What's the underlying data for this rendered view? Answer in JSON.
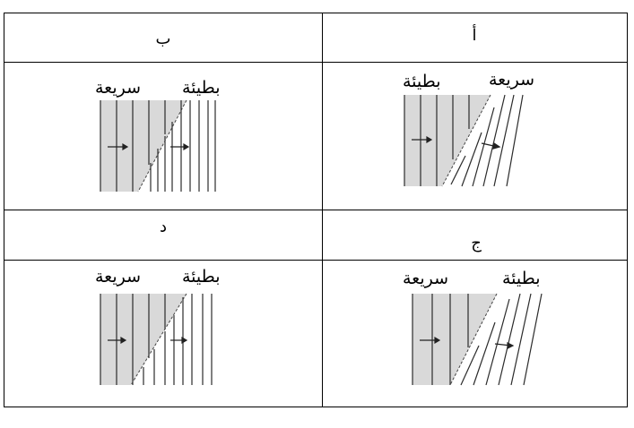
{
  "table": {
    "headers": {
      "top_right": "أ",
      "top_left": "ب",
      "bottom_right": "ج",
      "bottom_left": "د"
    }
  },
  "panels": {
    "a": {
      "label_fast": "سريعة",
      "label_slow": "بطيئة"
    },
    "b": {
      "label_fast": "سريعة",
      "label_slow": "بطيئة"
    },
    "c": {
      "label_fast": "سريعة",
      "label_slow": "بطيئة"
    },
    "d": {
      "label_fast": "سريعة",
      "label_slow": "بطيئة"
    }
  },
  "colors": {
    "shade": "#d9d9d9",
    "line": "#2b2b2b",
    "border": "#000000"
  }
}
